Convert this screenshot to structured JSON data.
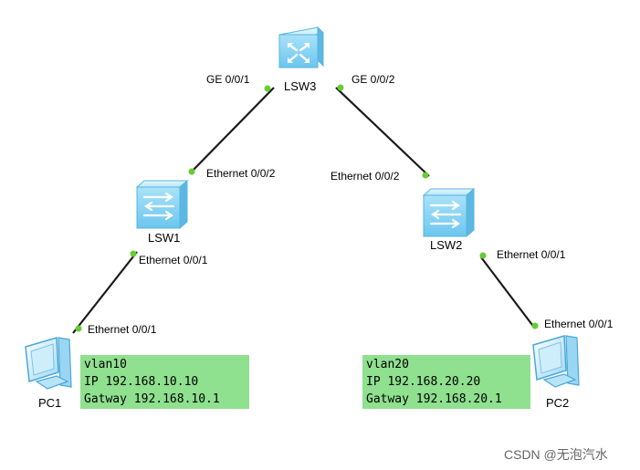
{
  "devices": {
    "lsw3": "LSW3",
    "lsw1": "LSW1",
    "lsw2": "LSW2",
    "pc1": "PC1",
    "pc2": "PC2"
  },
  "ports": {
    "lsw3_ge1": "GE 0/0/1",
    "lsw3_ge2": "GE 0/0/2",
    "lsw1_up": "Ethernet 0/0/2",
    "lsw2_up": "Ethernet 0/0/2",
    "lsw1_down": "Ethernet 0/0/1",
    "lsw2_down": "Ethernet 0/0/1",
    "pc1_port": "Ethernet 0/0/1",
    "pc2_port": "Ethernet 0/0/1"
  },
  "pc1_info": {
    "vlan": "vlan10",
    "ip": "IP 192.168.10.10",
    "gateway": "Gatway 192.168.10.1"
  },
  "pc2_info": {
    "vlan": "vlan20",
    "ip": "IP 192.168.20.20",
    "gateway": "Gatway 192.168.20.1"
  },
  "watermark": "CSDN @无泡汽水",
  "colors": {
    "link": "#1a1a1a",
    "port_dot": "#66cc33",
    "switch_blue": "#8fd6f5",
    "info_bg": "#8fe08f"
  }
}
